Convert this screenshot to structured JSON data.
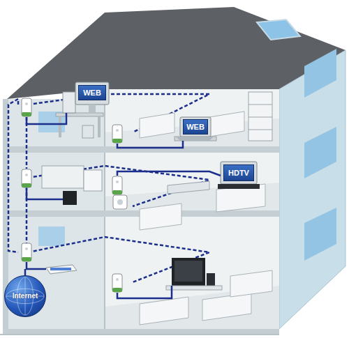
{
  "diagram": {
    "nodes": [
      {
        "text": [
          "WEB"
        ]
      },
      {
        "text": [
          "WEB"
        ]
      },
      {
        "text": [
          "HDTV"
        ]
      },
      {
        "text": [
          "Internet"
        ]
      }
    ]
  }
}
